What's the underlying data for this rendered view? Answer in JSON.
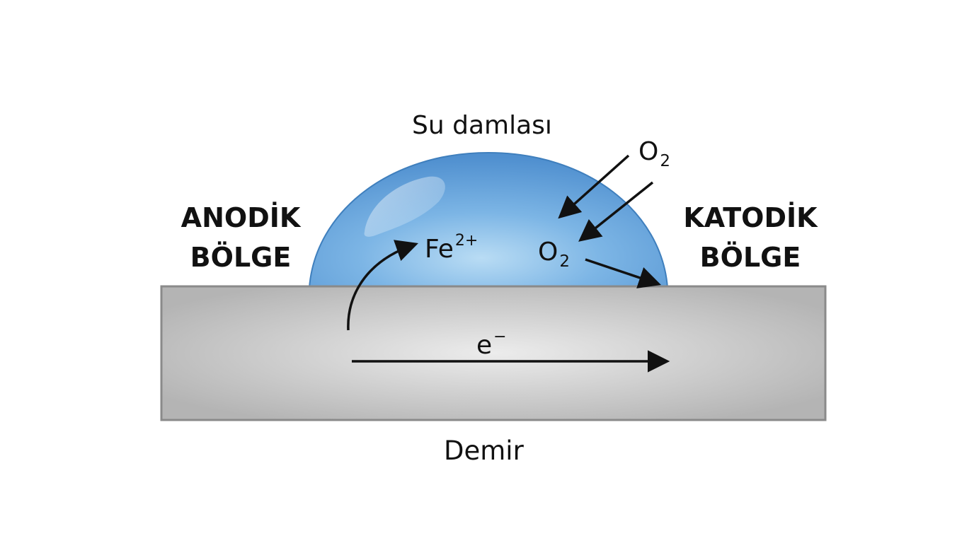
{
  "labels": {
    "water_drop": "Su damlası",
    "metal": "Demir",
    "anodic_line1": "ANODİK",
    "anodic_line2": "BÖLGE",
    "cathodic_line1": "KATODİK",
    "cathodic_line2": "BÖLGE"
  },
  "species": {
    "iron_ion": {
      "base": "Fe",
      "superscript": "2+"
    },
    "oxygen_top": {
      "base": "O",
      "subscript": "2"
    },
    "oxygen_mid": {
      "base": "O",
      "subscript": "2"
    },
    "electron": {
      "base": "e",
      "superscript": "−"
    }
  },
  "colors": {
    "drop_fill": "#5a9fd8",
    "drop_edge": "#3f7fbd",
    "metal_fill": "#c8c8c8",
    "metal_edge": "#8a8a8a",
    "arrow": "#111111",
    "text": "#111111"
  }
}
